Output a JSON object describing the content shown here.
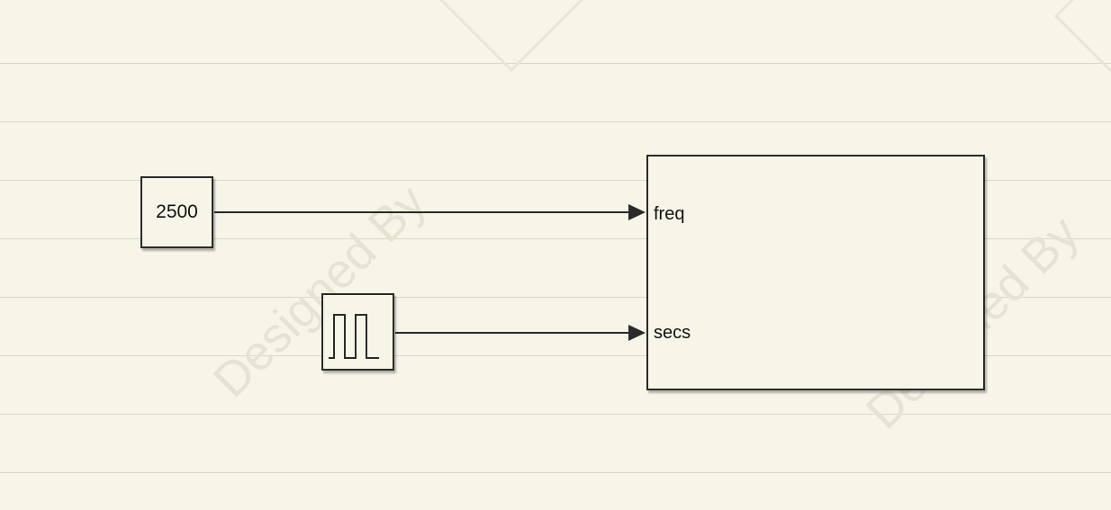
{
  "watermark": {
    "text": "Designed By"
  },
  "blocks": {
    "constant": {
      "value": "2500"
    },
    "pulse_generator": {
      "icon": "pulse-wave-icon"
    },
    "subsystem": {
      "ports": [
        {
          "label": "freq"
        },
        {
          "label": "secs"
        }
      ]
    }
  },
  "colors": {
    "background": "#f7f5e8",
    "ruled_line": "#dad8cc",
    "stroke": "#2a2a2a"
  }
}
